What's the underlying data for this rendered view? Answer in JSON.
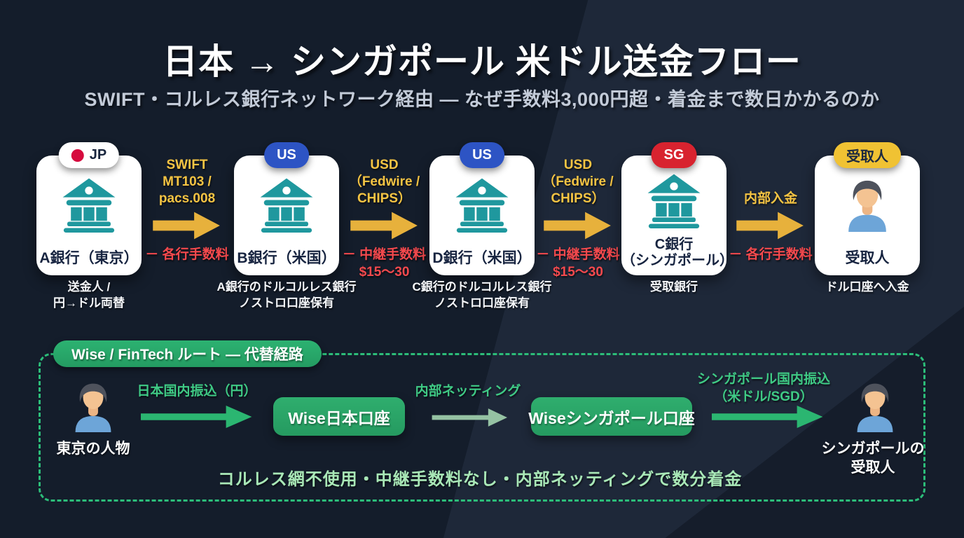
{
  "header": {
    "title": "日本 → シンガポール 米ドル送金フロー",
    "subtitle": "SWIFT・コルレス銀行ネットワーク経由 ― なぜ手数料3,000円超・着金まで数日かかるのか"
  },
  "swift_flow": {
    "nodes": [
      {
        "badge": "JP",
        "label": "A銀行（東京）",
        "sublabel": "送金人 /\n円→ドル両替"
      },
      {
        "badge": "US",
        "label": "B銀行（米国）",
        "sublabel": "A銀行のドルコルレス銀行\nノストロ口座保有"
      },
      {
        "badge": "US",
        "label": "D銀行（米国）",
        "sublabel": "C銀行のドルコルレス銀行\nノストロ口座保有"
      },
      {
        "badge": "SG",
        "label": "C銀行\n（シンガポール）",
        "sublabel": "受取銀行"
      },
      {
        "badge": "受取人",
        "label": "受取人",
        "sublabel": "ドル口座へ入金"
      }
    ],
    "arrows": [
      {
        "label": "SWIFT\nMT103 /\npacs.008",
        "fee": "－ 各行手数料"
      },
      {
        "label": "USD\n（Fedwire /\nCHIPS）",
        "fee": "－ 中継手数料\n$15〜30"
      },
      {
        "label": "USD\n（Fedwire /\nCHIPS）",
        "fee": "－ 中継手数料\n$15〜30"
      },
      {
        "label": "内部入金",
        "fee": "－ 各行手数料"
      }
    ]
  },
  "wise_route": {
    "badge": "Wise / FinTech ルート ― 代替経路",
    "sender_label": "東京の人物",
    "arrow1_label": "日本国内振込（円）",
    "box1_label": "Wise日本口座",
    "arrow2_label": "内部ネッティング",
    "box2_label": "Wiseシンガポール口座",
    "arrow3_label": "シンガポール国内振込\n（米ドル/SGD）",
    "receiver_label": "シンガポールの\n受取人",
    "footer": "コルレス網不使用・中継手数料なし・内部ネッティングで数分着金"
  },
  "colors": {
    "background": "#141d2b",
    "card": "#ffffff",
    "bank_teal": "#1f989e",
    "arrow_yellow": "#e7b13c",
    "label_yellow": "#f5c443",
    "fee_red": "#f5494d",
    "badge_blue": "#2d54c4",
    "badge_red": "#d8232f",
    "jp_flag_red": "#d60b3e",
    "recipient_yellow": "#f0c233",
    "wise_green": "#2bb671",
    "green_label": "#3fca85",
    "pale_green": "#a9e8b7",
    "navy_text": "#172440"
  }
}
